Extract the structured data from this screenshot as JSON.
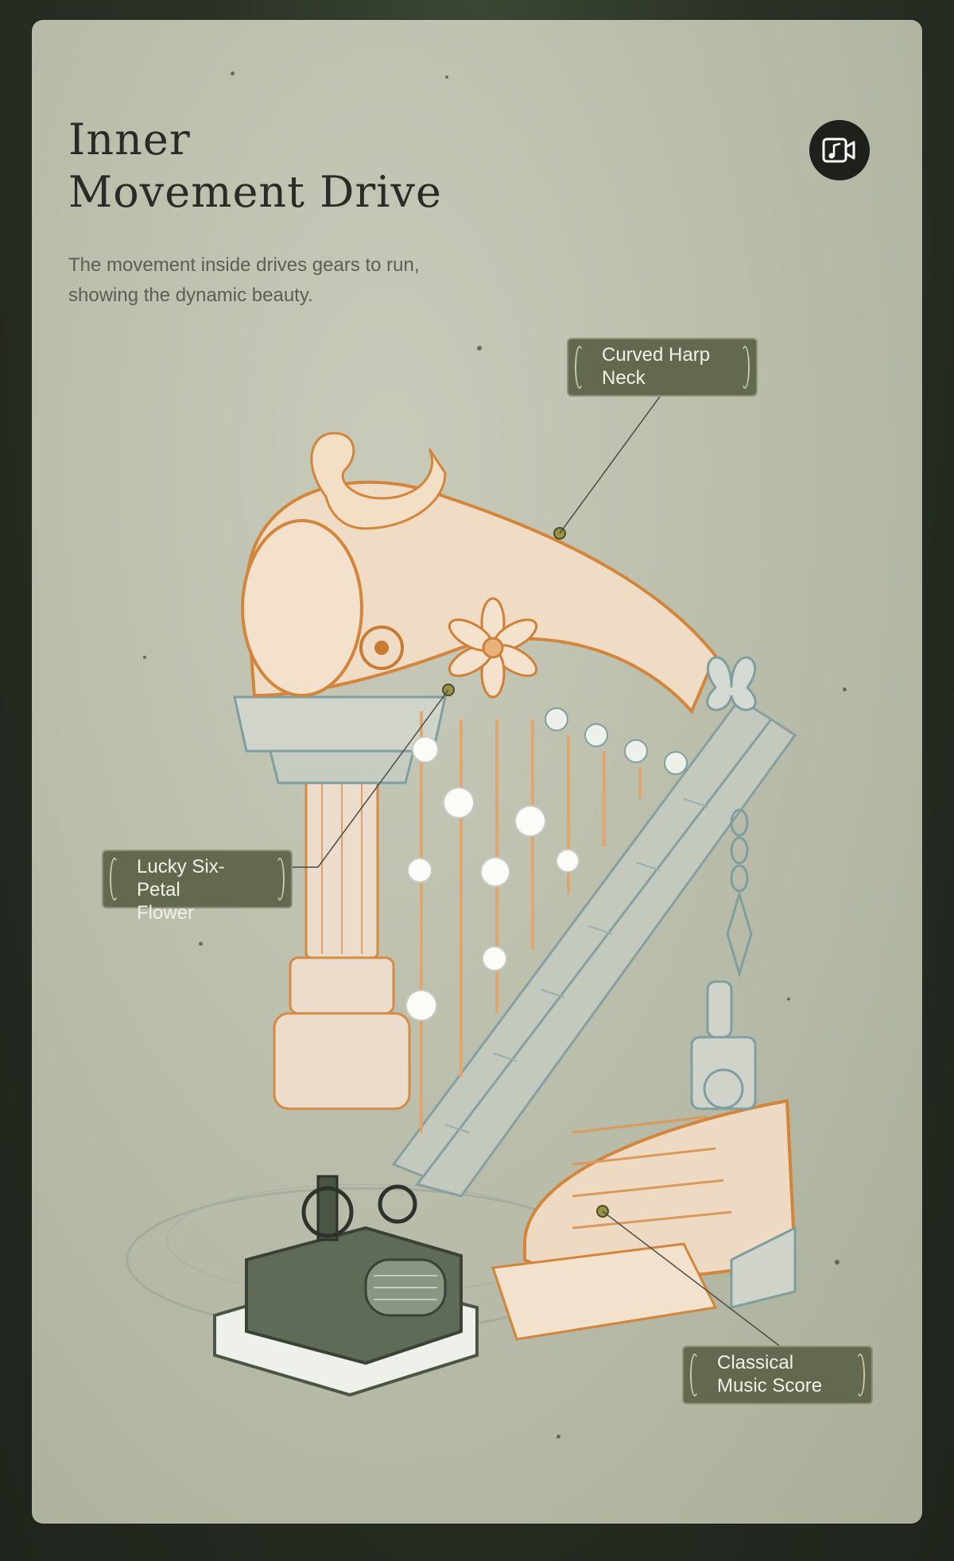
{
  "header": {
    "title_line1": "Inner",
    "title_line2": "Movement Drive",
    "subtitle_line1": "The movement inside drives gears to run,",
    "subtitle_line2": "showing the dynamic beauty."
  },
  "video_button": {
    "icon": "video-music-icon"
  },
  "callouts": {
    "neck": {
      "line1": "Curved Harp",
      "line2": "Neck"
    },
    "flower": {
      "line1": "Lucky Six-Petal",
      "line2": "Flower"
    },
    "score": {
      "line1": "Classical",
      "line2": "Music Score"
    }
  },
  "colors": {
    "card_bg": "#b9bca9",
    "label_bg": "#63694f",
    "orange_line": "#d9893e",
    "teal_line": "#7f9ea0",
    "movement": "#4a5544"
  }
}
